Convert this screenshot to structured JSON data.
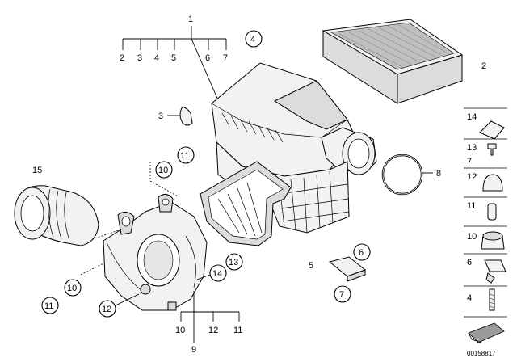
{
  "callouts": {
    "c1": "1",
    "c2": "2",
    "c2b": "2",
    "c3": "3",
    "c3b": "3",
    "c4": "4",
    "c4b": "4",
    "c5": "5",
    "c5b": "5",
    "c6": "6",
    "c6b": "6",
    "c7": "7",
    "c7b": "7",
    "c8": "8",
    "c9": "9",
    "c10a": "10",
    "c10b": "10",
    "c10c": "10",
    "c11a": "11",
    "c11b": "11",
    "c11c": "11",
    "c12a": "12",
    "c12b": "12",
    "c13": "13",
    "c15": "15",
    "c4circ": "4",
    "c6circ": "6",
    "c7circ": "7"
  },
  "side_panel": {
    "p14": "14",
    "p13": "13",
    "p7": "7",
    "p12": "12",
    "p11": "11",
    "p10": "10",
    "p6": "6",
    "p4": "4"
  },
  "footer": {
    "image_number": "00158817"
  }
}
